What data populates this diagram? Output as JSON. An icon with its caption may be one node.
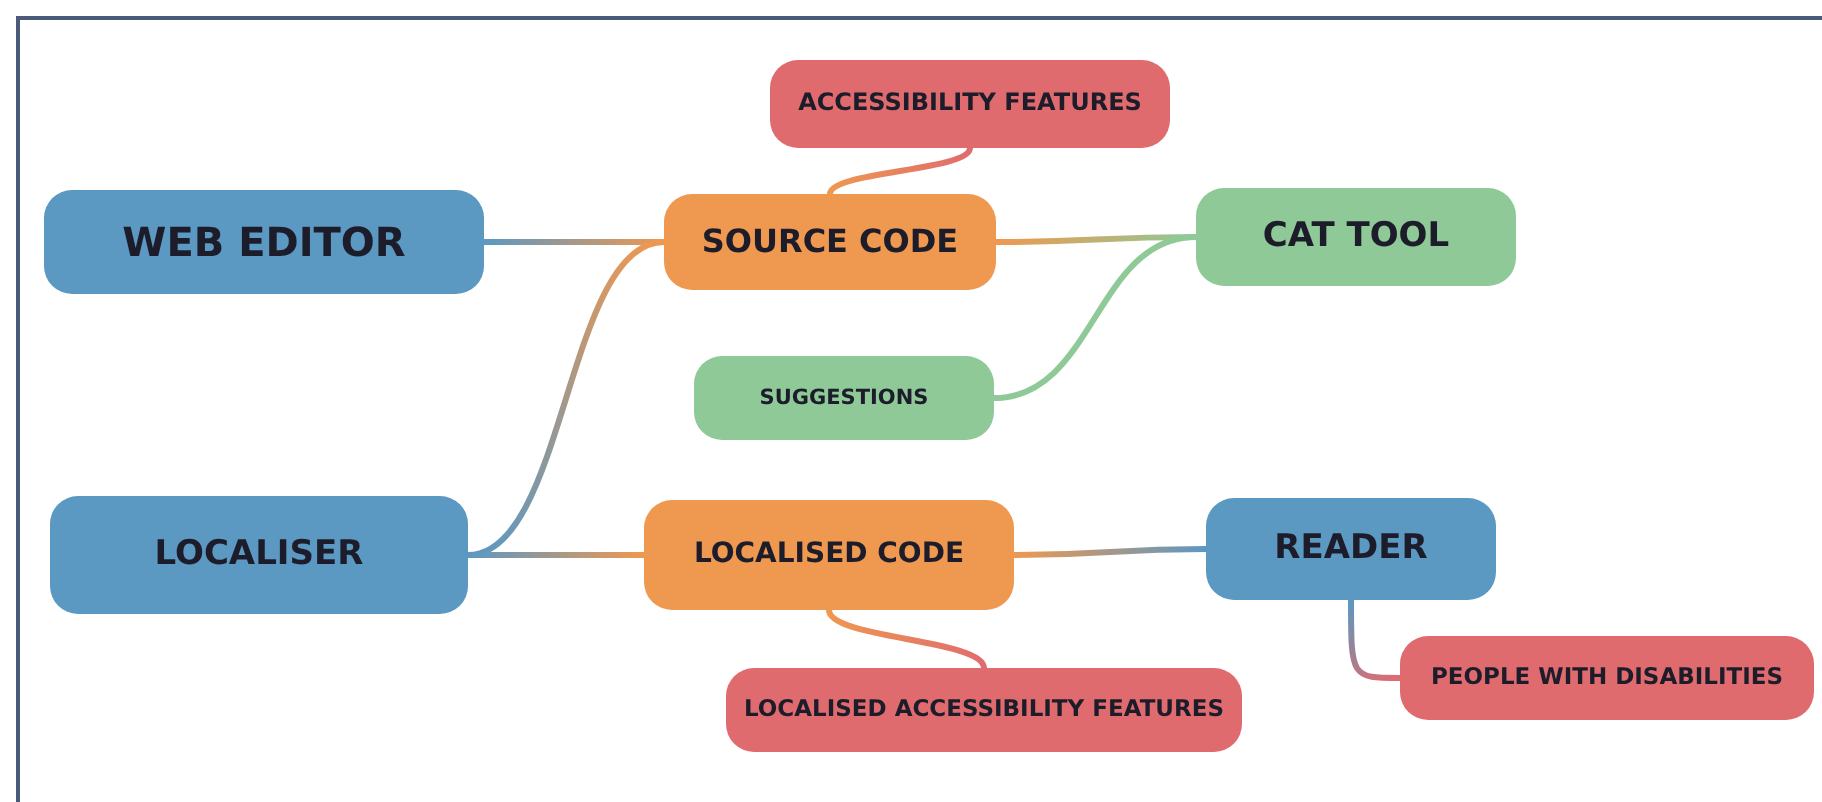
{
  "diagram": {
    "nodes": [
      {
        "text": [
          "WEB EDITOR"
        ]
      },
      {
        "text": [
          "ACCESSIBILITY FEATURES"
        ]
      },
      {
        "text": [
          "SOURCE CODE"
        ]
      },
      {
        "text": [
          "CAT TOOL"
        ]
      },
      {
        "text": [
          "SUGGESTIONS"
        ]
      },
      {
        "text": [
          "LOCALISER"
        ]
      },
      {
        "text": [
          "LOCALISED CODE"
        ]
      },
      {
        "text": [
          "READER"
        ]
      },
      {
        "text": [
          "LOCALISED ACCESSIBILITY FEATURES"
        ]
      },
      {
        "text": [
          "PEOPLE WITH DISABILITIES"
        ]
      }
    ],
    "edges": [
      {
        "from": 0,
        "to": 2,
        "arrow": "none"
      },
      {
        "from": 2,
        "to": 1,
        "arrow": "none"
      },
      {
        "from": 2,
        "to": 3,
        "arrow": "none"
      },
      {
        "from": 4,
        "to": 3,
        "arrow": "none"
      },
      {
        "from": 5,
        "to": 2,
        "arrow": "none"
      },
      {
        "from": 5,
        "to": 6,
        "arrow": "none"
      },
      {
        "from": 6,
        "to": 7,
        "arrow": "none"
      },
      {
        "from": 6,
        "to": 8,
        "arrow": "none"
      },
      {
        "from": 7,
        "to": 9,
        "arrow": "none"
      }
    ]
  }
}
